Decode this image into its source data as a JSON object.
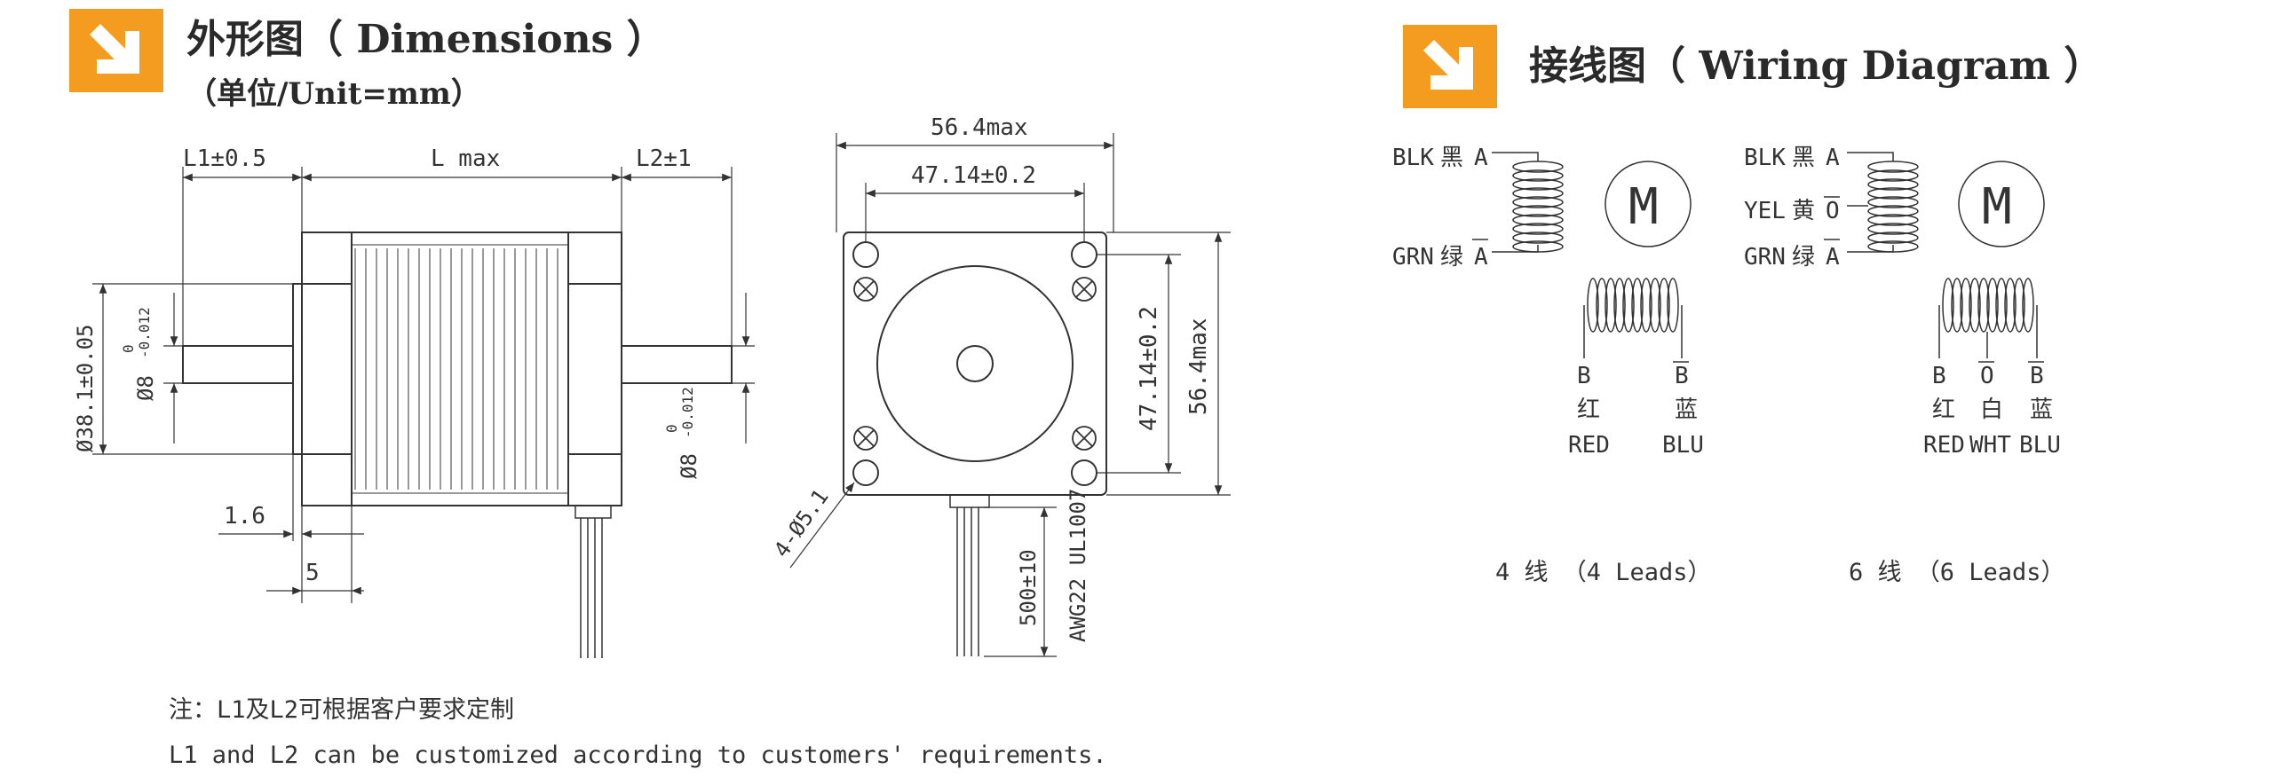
{
  "header_dimensions": {
    "title": "外形图（ Dimensions ）",
    "subtitle": "（单位/Unit=mm）",
    "badge_icon": "arrow-down-right-icon"
  },
  "header_wiring": {
    "title": "接线图（ Wiring Diagram ）",
    "badge_icon": "arrow-down-right-icon"
  },
  "colors": {
    "badge": "#f39c1f",
    "line": "#333333"
  },
  "side_view": {
    "l1": "L1±0.5",
    "l": "L max",
    "l2": "L2±1",
    "d_pilot": "Ø38.1±0.05",
    "d_shaft_front": "Ø8",
    "tol_front_upper": "0",
    "tol_front_lower": "-0.012",
    "d_shaft_rear": "Ø8",
    "tol_rear_upper": "0",
    "tol_rear_lower": "-0.012",
    "flange": "1.6",
    "step": "5"
  },
  "front_view": {
    "width_max": "56.4max",
    "hole_pitch_x": "47.14±0.2",
    "hole_pitch_y": "47.14±0.2",
    "height_max": "56.4max",
    "holes": "4-Ø5.1",
    "lead_length": "500±10",
    "cable": "AWG22 UL1007"
  },
  "wiring_4": {
    "row1_code": "BLK",
    "row1_cn": "黑",
    "row1_sig": "A",
    "row2_code": "GRN",
    "row2_cn": "绿",
    "row2_sig": "A",
    "motor": "M",
    "col1_sig": "B",
    "col1_cn": "红",
    "col1_code": "RED",
    "col2_sig": "B",
    "col2_cn": "蓝",
    "col2_code": "BLU",
    "caption": "4 线 （4 Leads）"
  },
  "wiring_6": {
    "row1_code": "BLK",
    "row1_cn": "黑",
    "row1_sig": "A",
    "row2_code": "YEL",
    "row2_cn": "黄",
    "row2_sig": "O",
    "row3_code": "GRN",
    "row3_cn": "绿",
    "row3_sig": "A",
    "motor": "M",
    "col1_sig": "B",
    "col1_cn": "红",
    "col1_code": "RED",
    "col2_sig": "O",
    "col2_cn": "白",
    "col2_code": "WHT",
    "col3_sig": "B",
    "col3_cn": "蓝",
    "col3_code": "BLU",
    "caption": "6 线 （6 Leads）"
  },
  "notes": {
    "cn": "注：L1及L2可根据客户要求定制",
    "en": "L1 and L2 can be customized according to customers' requirements."
  }
}
